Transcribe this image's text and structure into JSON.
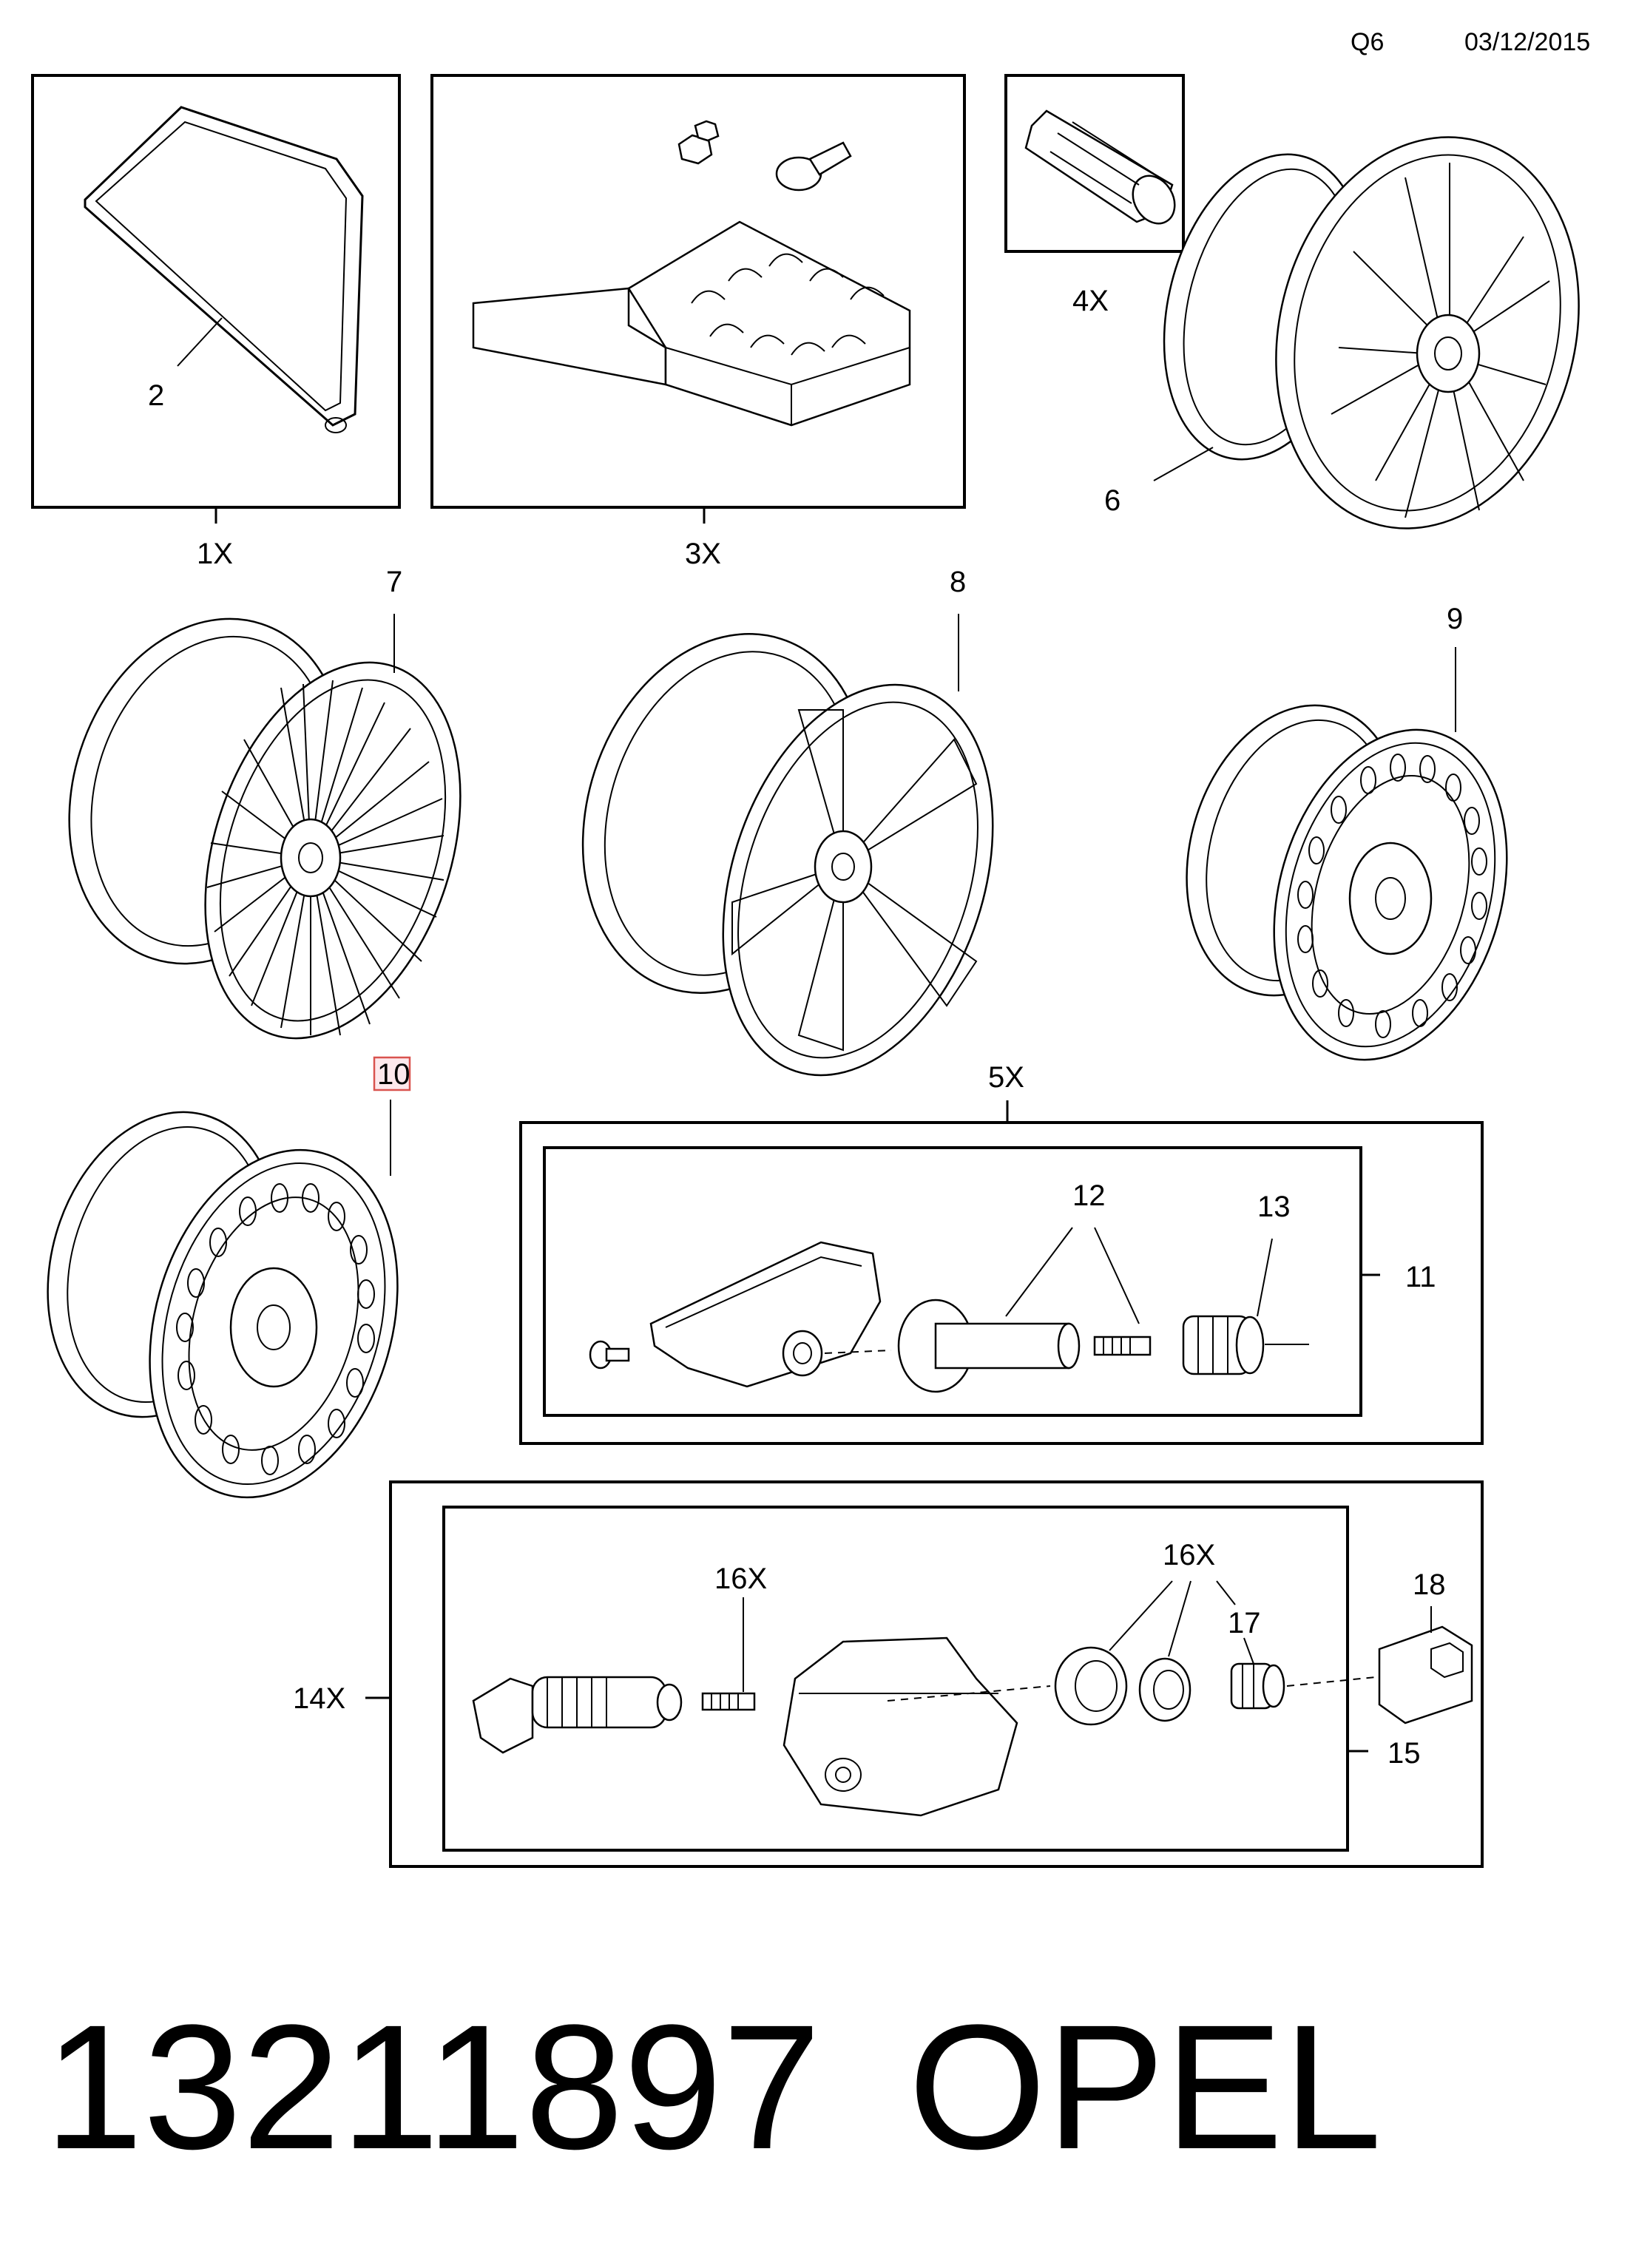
{
  "header": {
    "page_code": "Q6",
    "date": "03/12/2015"
  },
  "callouts": {
    "c1x": "1X",
    "c2": "2",
    "c3x": "3X",
    "c4x": "4X",
    "c5x": "5X",
    "c6": "6",
    "c7": "7",
    "c8": "8",
    "c9": "9",
    "c10": "10",
    "c11": "11",
    "c12": "12",
    "c13": "13",
    "c14x": "14X",
    "c15": "15",
    "c16x_a": "16X",
    "c16x_b": "16X",
    "c17": "17",
    "c18": "18"
  },
  "highlight": {
    "callout": "10",
    "color": "#d9534f"
  },
  "footer": {
    "part_number": "13211897",
    "brand": "OPEL"
  }
}
